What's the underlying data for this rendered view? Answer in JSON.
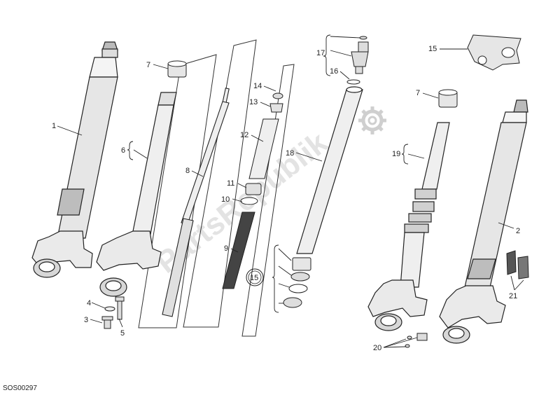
{
  "watermark": "PartsRepublik",
  "drawing_code": "SOS00297",
  "callouts": {
    "c1": "1",
    "c2": "2",
    "c3": "3",
    "c4": "4",
    "c5": "5",
    "c6": "6",
    "c7a": "7",
    "c7b": "7",
    "c8": "8",
    "c9": "9",
    "c10": "10",
    "c11": "11",
    "c12": "12",
    "c13": "13",
    "c14": "14",
    "c15a": "15",
    "c15b": "15",
    "c16": "16",
    "c17": "17",
    "c18": "18",
    "c19": "19",
    "c20": "20",
    "c21": "21"
  }
}
